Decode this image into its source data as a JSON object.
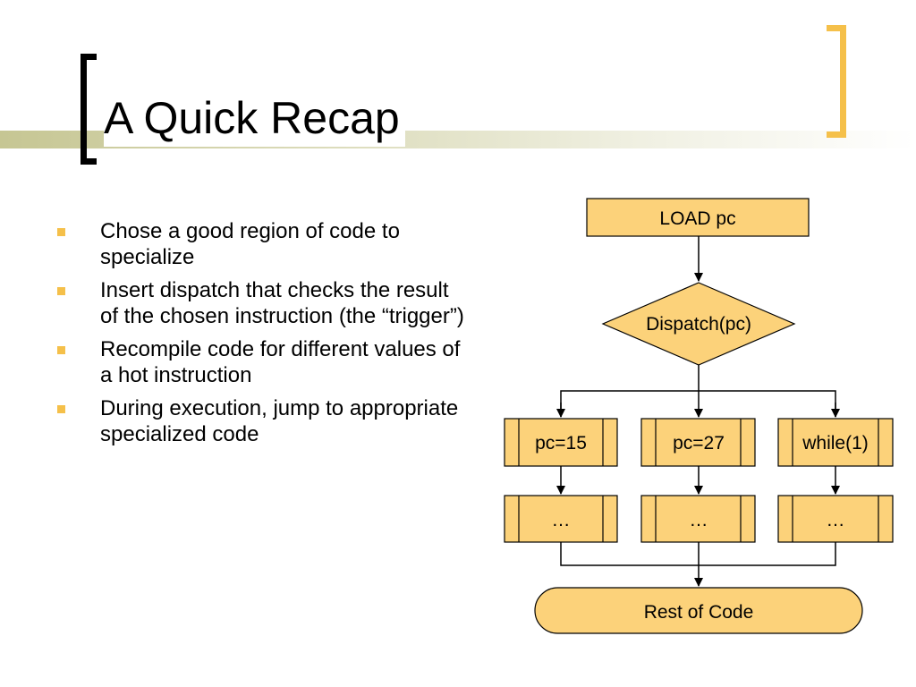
{
  "slide": {
    "title": "A Quick Recap",
    "bullets": [
      "Chose a good region of code to specialize",
      "Insert dispatch that checks the result of the chosen instruction (the “trigger”)",
      "Recompile code for different values of a hot instruction",
      "During execution, jump to appropriate specialized code"
    ]
  },
  "diagram": {
    "load": "LOAD pc",
    "dispatch": "Dispatch(pc)",
    "cases": [
      "pc=15",
      "pc=27",
      "while(1)"
    ],
    "bodies": [
      "…",
      "…",
      "…"
    ],
    "rest": "Rest of Code"
  },
  "colors": {
    "node_fill": "#fcd27a",
    "accent": "#f5c04a",
    "stroke": "#000000"
  }
}
